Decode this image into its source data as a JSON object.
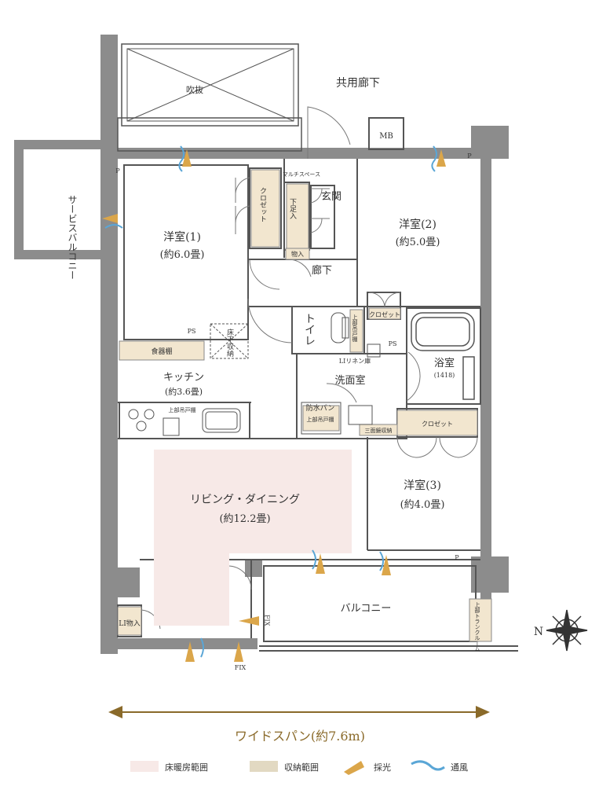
{
  "colors": {
    "wall": "#8c8c8c",
    "floor_heating": "#f7e9e7",
    "storage": "#f2e6cf",
    "storage_alt": "#e2d9c2",
    "light_arrow": "#dba64a",
    "wind": "#5aa6d6",
    "span_arrow": "#8a6a2a",
    "line": "#555555"
  },
  "rooms": {
    "void": "吹抜",
    "shared_corridor": "共用廊下",
    "mb": "MB",
    "service_balcony": "サービスバルコニー",
    "western1_name": "洋室(1)",
    "western1_size": "(約6.0畳)",
    "western2_name": "洋室(2)",
    "western2_size": "(約5.0畳)",
    "western3_name": "洋室(3)",
    "western3_size": "(約4.0畳)",
    "entrance": "玄関",
    "multi_space": "マルチスペース",
    "shoe_box": "下足入",
    "storage_small": "物入",
    "hallway": "廊下",
    "closet": "クロゼット",
    "toilet": "トイレ",
    "upper_cabinet": "上部吊戸棚",
    "li_linen": "LIリネン庫",
    "kitchen_name": "キッチン",
    "kitchen_size": "(約3.6畳)",
    "dish_shelf": "食器棚",
    "pantry": "床下収納",
    "ps1": "PS",
    "ps2": "PS",
    "washroom": "洗面室",
    "bath_name": "浴室",
    "bath_size": "(1418)",
    "waterproof_pan": "防水パン",
    "three_mirror": "三面鏡収納",
    "living_name": "リビング・ダイニング",
    "living_size": "(約12.2畳)",
    "balcony": "バルコニー",
    "trunk_room": "上部トランクルーム",
    "li_storage": "LI物入",
    "fix1": "FIX",
    "fix2": "FIX",
    "p1": "P",
    "p2": "P",
    "p3": "P"
  },
  "wide_span": "ワイドスパン(約7.6m)",
  "compass": "N",
  "legend": [
    {
      "label": "床暖房範囲",
      "kind": "floor_heating"
    },
    {
      "label": "収納範囲",
      "kind": "storage"
    },
    {
      "label": "採光",
      "kind": "light"
    },
    {
      "label": "通風",
      "kind": "wind"
    }
  ]
}
